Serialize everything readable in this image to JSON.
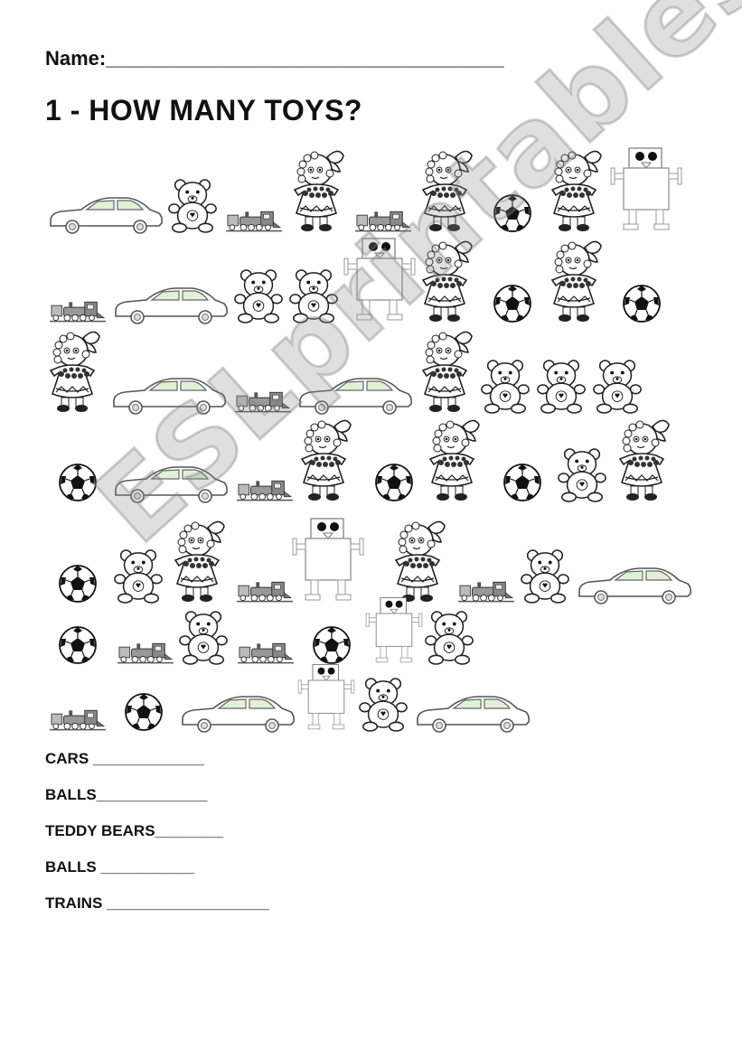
{
  "header": {
    "name_line": "Name:____________________________________",
    "title": "1 - HOW MANY TOYS?"
  },
  "toy_rows": [
    [
      "car",
      "teddy-bear",
      "train",
      "doll",
      "train",
      "doll",
      "ball",
      "doll",
      "robot"
    ],
    [
      "train",
      "car",
      "teddy-bear",
      "teddy-bear",
      "robot",
      "doll",
      "ball",
      "doll",
      "ball"
    ],
    [
      "doll",
      "car",
      "train",
      "car",
      "doll",
      "teddy-bear",
      "teddy-bear",
      "teddy-bear"
    ],
    [
      "ball",
      "car",
      "train",
      "doll",
      "ball",
      "doll",
      "ball",
      "teddy-bear",
      "doll"
    ],
    [
      "ball",
      "teddy-bear",
      "doll",
      "train",
      "robot",
      "doll",
      "train",
      "teddy-bear",
      "car"
    ],
    [
      "ball",
      "train",
      "teddy-bear",
      "train",
      "ball",
      "robot",
      "teddy-bear"
    ],
    [
      "train",
      "ball",
      "car",
      "robot",
      "teddy-bear",
      "car"
    ]
  ],
  "answers": [
    "CARS _____________",
    "BALLS_____________",
    "TEDDY BEARS________",
    "BALLS ___________",
    "TRAINS ___________________"
  ],
  "watermark": "ESLprintables.com",
  "colors": {
    "car_window": "#dff2d6",
    "ink": "#111111",
    "watermark": "#8c8c8c"
  }
}
